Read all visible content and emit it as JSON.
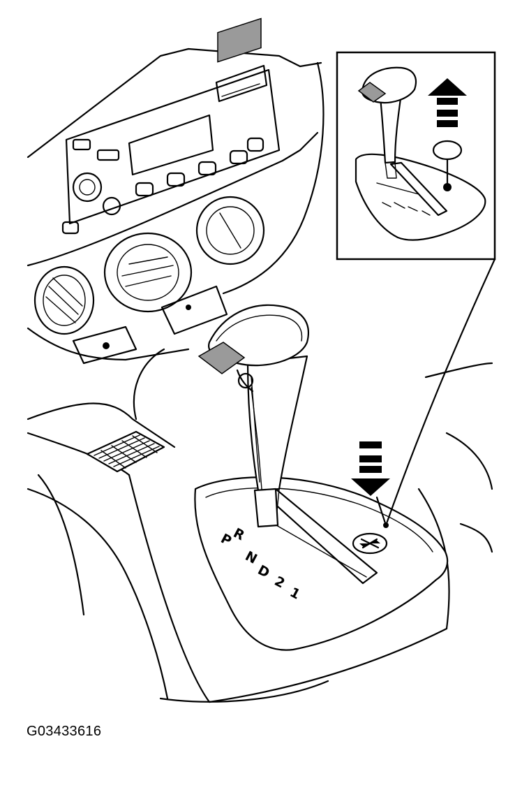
{
  "figure": {
    "reference_code": "G03433616",
    "gear_positions": [
      "P",
      "R",
      "N",
      "D",
      "2",
      "1"
    ],
    "direction_arrows": [
      {
        "name": "move-up",
        "direction": "up"
      },
      {
        "name": "press-down",
        "direction": "down"
      }
    ]
  }
}
